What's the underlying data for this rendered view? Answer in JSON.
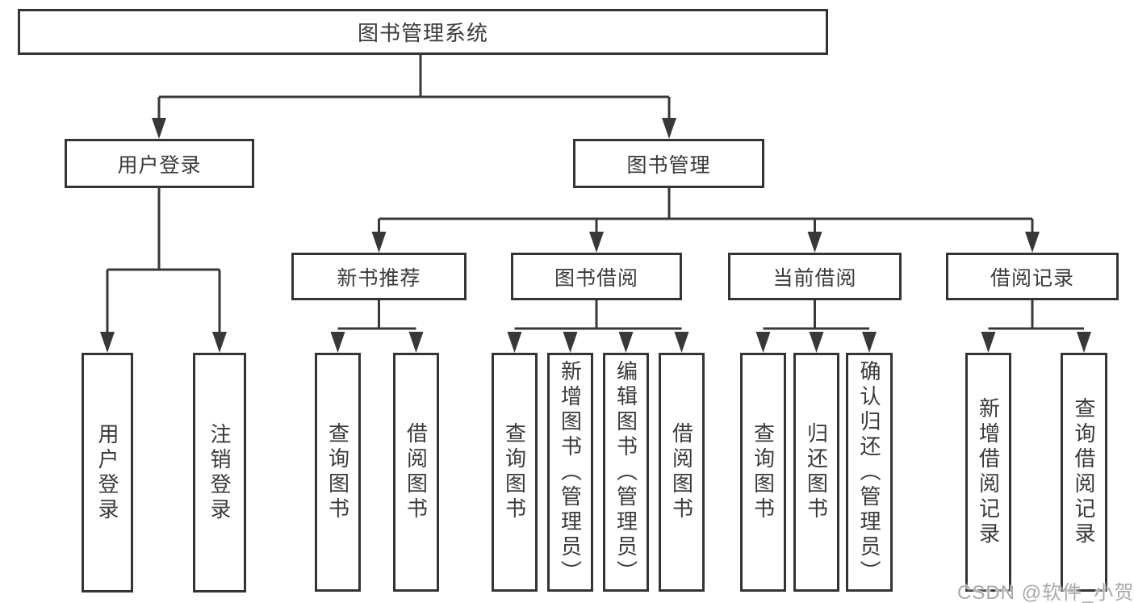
{
  "tree": {
    "label": "图书管理系统",
    "children": [
      {
        "label": "用户登录",
        "children": [
          {
            "label": "用户登录"
          },
          {
            "label": "注销登录"
          }
        ]
      },
      {
        "label": "图书管理",
        "children": [
          {
            "label": "新书推荐",
            "children": [
              {
                "label": "查询图书"
              },
              {
                "label": "借阅图书"
              }
            ]
          },
          {
            "label": "图书借阅",
            "children": [
              {
                "label": "查询图书"
              },
              {
                "label": "新增图书（管理员）"
              },
              {
                "label": "编辑图书（管理员）"
              },
              {
                "label": "借阅图书"
              }
            ]
          },
          {
            "label": "当前借阅",
            "children": [
              {
                "label": "查询图书"
              },
              {
                "label": "归还图书"
              },
              {
                "label": "确认归还（管理员）"
              }
            ]
          },
          {
            "label": "借阅记录",
            "children": [
              {
                "label": "新增借阅记录"
              },
              {
                "label": "查询借阅记录"
              }
            ]
          }
        ]
      }
    ]
  },
  "watermark": {
    "text": "CSDN @软件_小贺同学"
  },
  "colors": {
    "line": "#383838",
    "box_border": "#343434",
    "text": "#3a3a3a",
    "watermark": "#a8a8a8",
    "background": "#ffffff"
  }
}
